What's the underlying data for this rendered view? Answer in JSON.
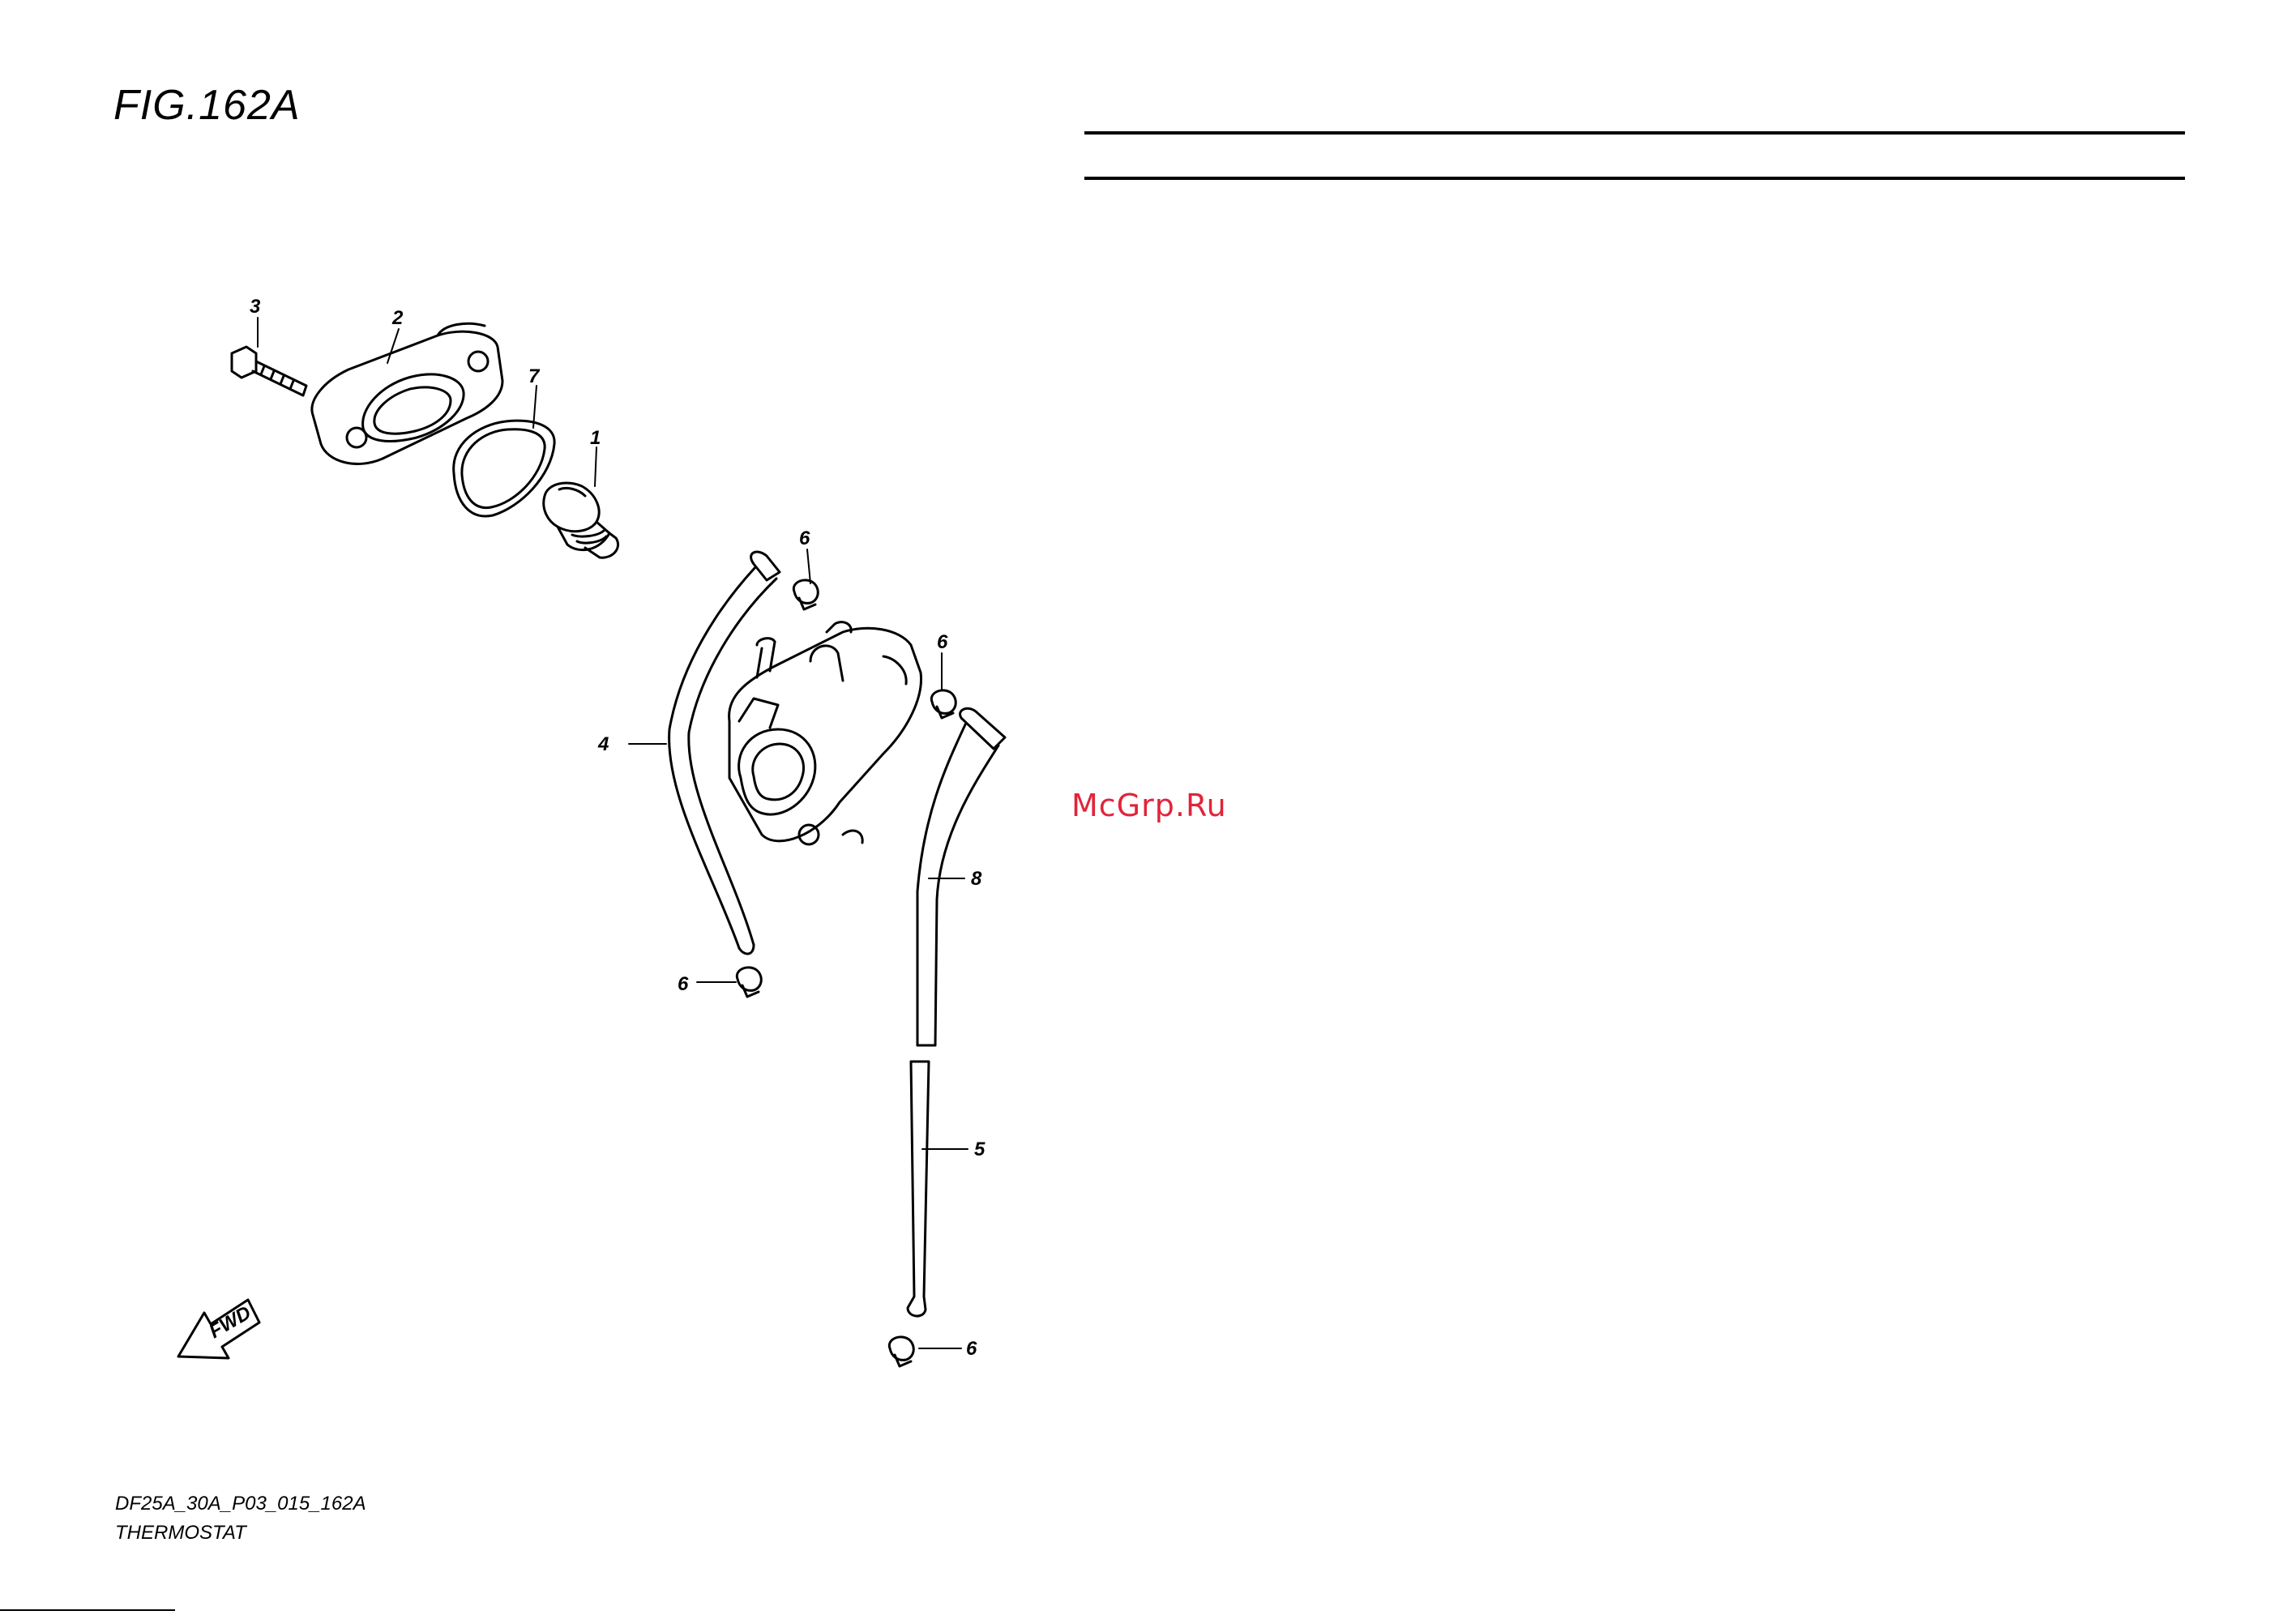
{
  "figure": {
    "title": "FIG.162A"
  },
  "watermark": "McGrp.Ru",
  "footer": {
    "code": "DF25A_30A_P03_015_162A",
    "name": "THERMOSTAT"
  },
  "fwd_label": "FWD",
  "callouts": {
    "c1": "1",
    "c2": "2",
    "c3": "3",
    "c4": "4",
    "c5": "5",
    "c6a": "6",
    "c6b": "6",
    "c6c": "6",
    "c6d": "6",
    "c7": "7",
    "c8": "8"
  }
}
